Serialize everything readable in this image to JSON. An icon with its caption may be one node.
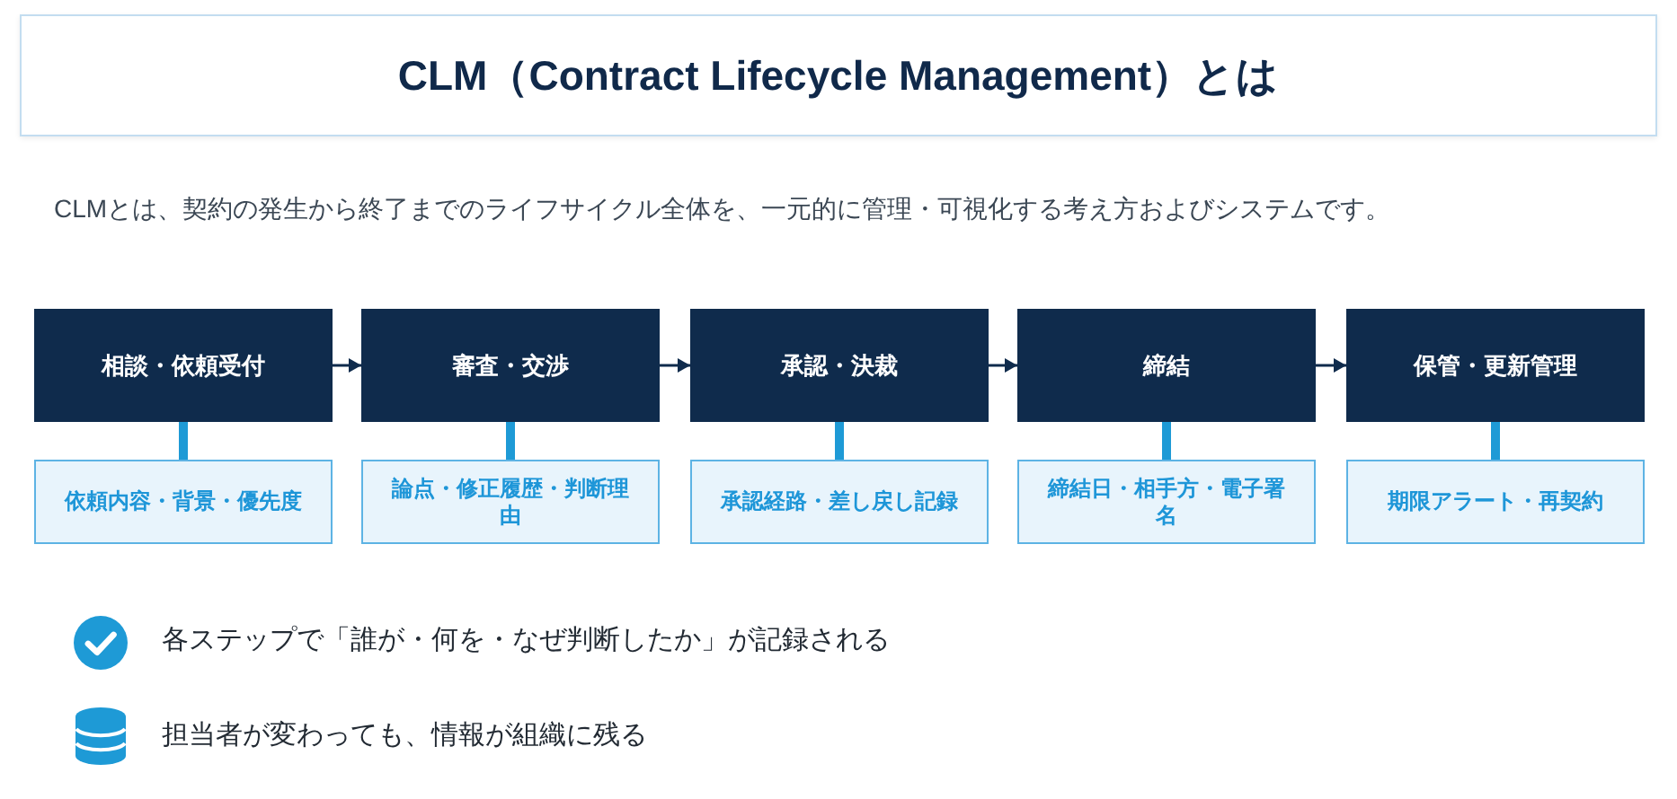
{
  "diagram": {
    "title": "CLM（Contract Lifecycle Management）とは",
    "nodes": [
      {
        "text": [
          "相談・依頼受付"
        ]
      },
      {
        "text": [
          "審査・交渉"
        ]
      },
      {
        "text": [
          "承認・決裁"
        ]
      },
      {
        "text": [
          "締結"
        ]
      },
      {
        "text": [
          "保管・更新管理"
        ]
      },
      {
        "text": [
          "依頼内容・背景・優先度"
        ]
      },
      {
        "text": [
          "論点・修正履歴・判断理由"
        ]
      },
      {
        "text": [
          "承認経路・差し戻し記録"
        ]
      },
      {
        "text": [
          "締結日・相手方・電子署名"
        ]
      },
      {
        "text": [
          "期限アラート・再契約"
        ]
      }
    ],
    "edges": [
      {
        "from": 0,
        "to": 1,
        "arrow": "to",
        "color": "#0f2b4c"
      },
      {
        "from": 1,
        "to": 2,
        "arrow": "to",
        "color": "#0f2b4c"
      },
      {
        "from": 2,
        "to": 3,
        "arrow": "to",
        "color": "#0f2b4c"
      },
      {
        "from": 3,
        "to": 4,
        "arrow": "to",
        "color": "#0f2b4c"
      },
      {
        "from": 0,
        "to": 5,
        "arrow": "none"
      },
      {
        "from": 1,
        "to": 6,
        "arrow": "none"
      },
      {
        "from": 2,
        "to": 7,
        "arrow": "none"
      },
      {
        "from": 3,
        "to": 8,
        "arrow": "none"
      },
      {
        "from": 4,
        "to": 9,
        "arrow": "none"
      }
    ],
    "labels": [
      "CLMとは、契約の発生から終了までのライフサイクル全体を、一元的に管理・可視化する考え方およびシステムです。",
      "各ステップで「誰が・何を・なぜ判断したか」が記録される",
      "担当者が変わっても、情報が組織に残る"
    ]
  }
}
